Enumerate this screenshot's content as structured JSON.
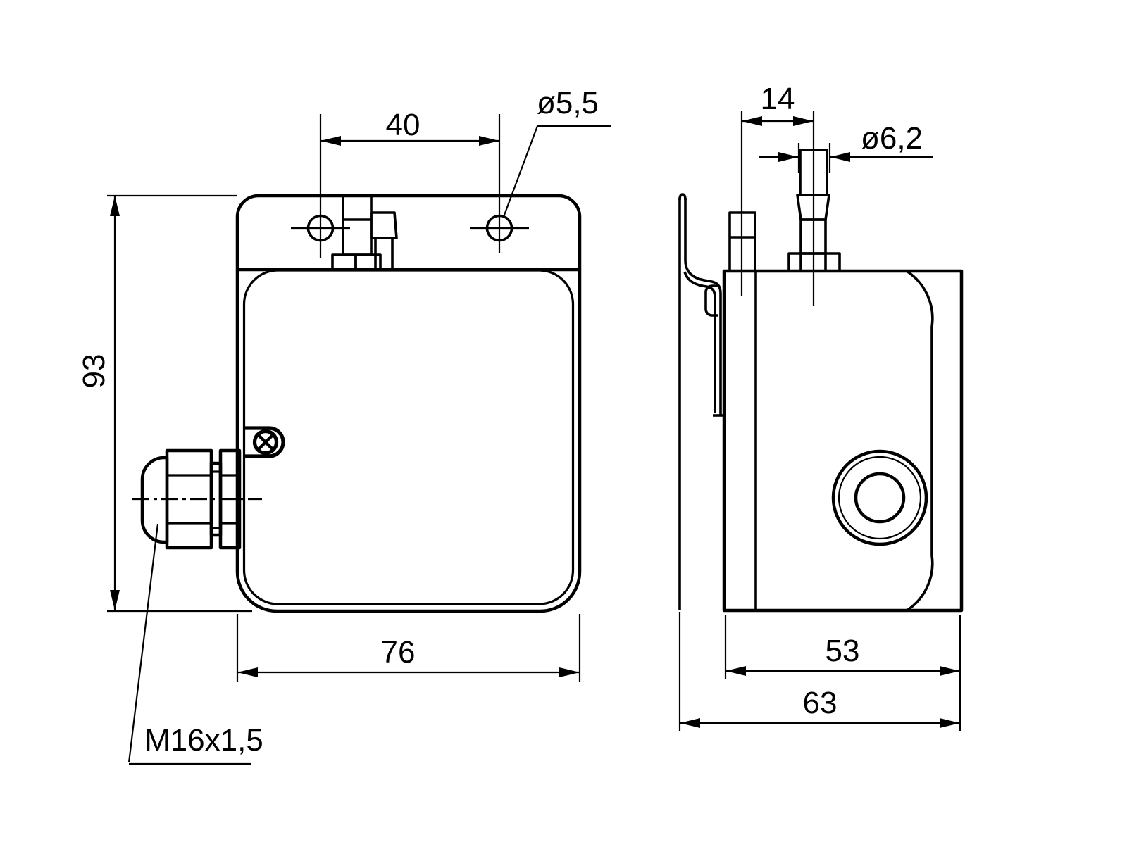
{
  "drawing": {
    "type": "technical-dimension-drawing",
    "views": [
      "front",
      "side"
    ],
    "front_view": {
      "dims": {
        "hole_spacing": "40",
        "hole_diameter": "ø5,5",
        "height": "93",
        "width": "76",
        "gland_thread": "M16x1,5"
      }
    },
    "side_view": {
      "dims": {
        "port_spacing": "14",
        "port_diameter": "ø6,2",
        "body_depth": "53",
        "overall_depth": "63"
      }
    },
    "colors": {
      "line": "#000000",
      "background": "#ffffff"
    }
  }
}
